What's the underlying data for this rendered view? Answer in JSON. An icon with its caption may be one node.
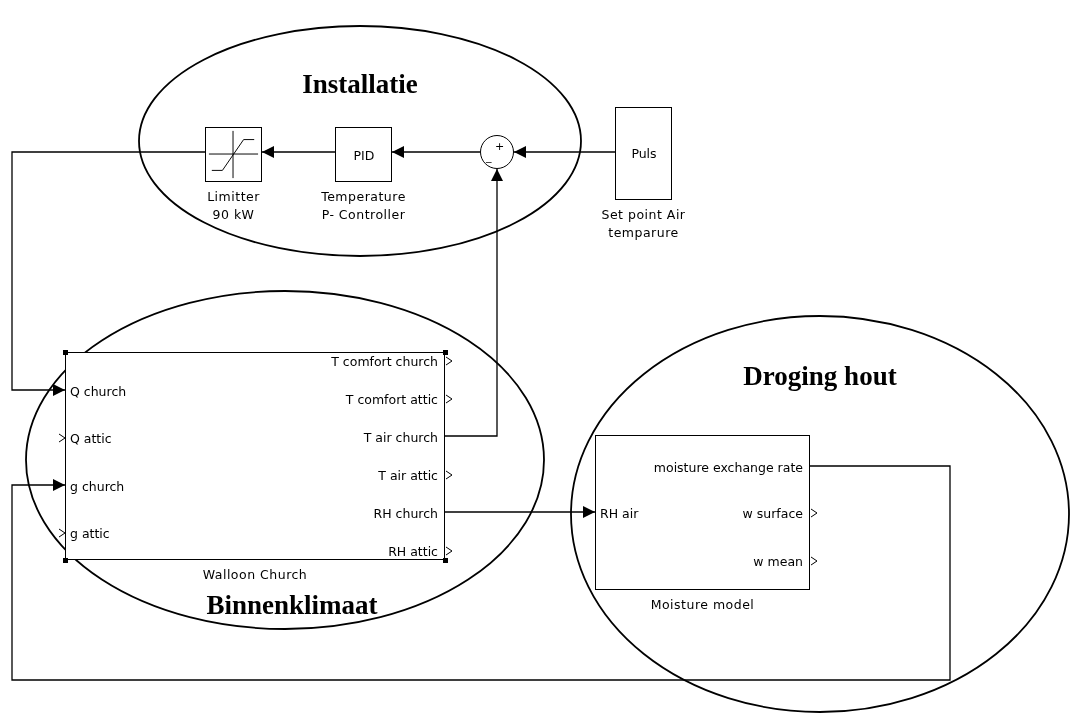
{
  "diagram": {
    "nodes": [
      {
        "text": [
          "Installatie"
        ]
      },
      {
        "text": [],
        "shape": "box",
        "beside": [
          "Limitter 90 kW"
        ],
        "in": 0
      },
      {
        "text": [
          "PID"
        ],
        "beside": [
          "Temperature P- Controller"
        ],
        "in": 0
      },
      {
        "text": [
          "_",
          "+"
        ],
        "in": 0
      },
      {
        "text": [
          "Puls"
        ],
        "beside": [
          "Set point Air temparure"
        ]
      },
      {
        "text": [
          "Binnenklimaat"
        ]
      },
      {
        "text": [
          "Q church",
          "Q attic",
          "g church",
          "g attic",
          "T comfort church",
          "T comfort attic",
          "T air church",
          "T air attic",
          "RH church",
          "RH attic"
        ],
        "beside": [
          "Walloon Church"
        ],
        "in": 5
      },
      {
        "text": [
          "Droging hout"
        ]
      },
      {
        "text": [
          "moisture exchange rate",
          "RH air",
          "w surface",
          "w mean"
        ],
        "beside": [
          "Moisture model"
        ],
        "in": 7
      }
    ],
    "edges": [
      {
        "from": 4,
        "to": 3,
        "arrow": "to"
      },
      {
        "from": 3,
        "to": 2,
        "arrow": "to"
      },
      {
        "from": 2,
        "to": 1,
        "arrow": "to"
      },
      {
        "from": 1,
        "to": 6,
        "arrow": "to"
      },
      {
        "from": 6,
        "to": 3,
        "arrow": "to"
      },
      {
        "from": 6,
        "to": 8,
        "arrow": "to"
      },
      {
        "from": 8,
        "to": 6,
        "arrow": "to"
      }
    ]
  }
}
